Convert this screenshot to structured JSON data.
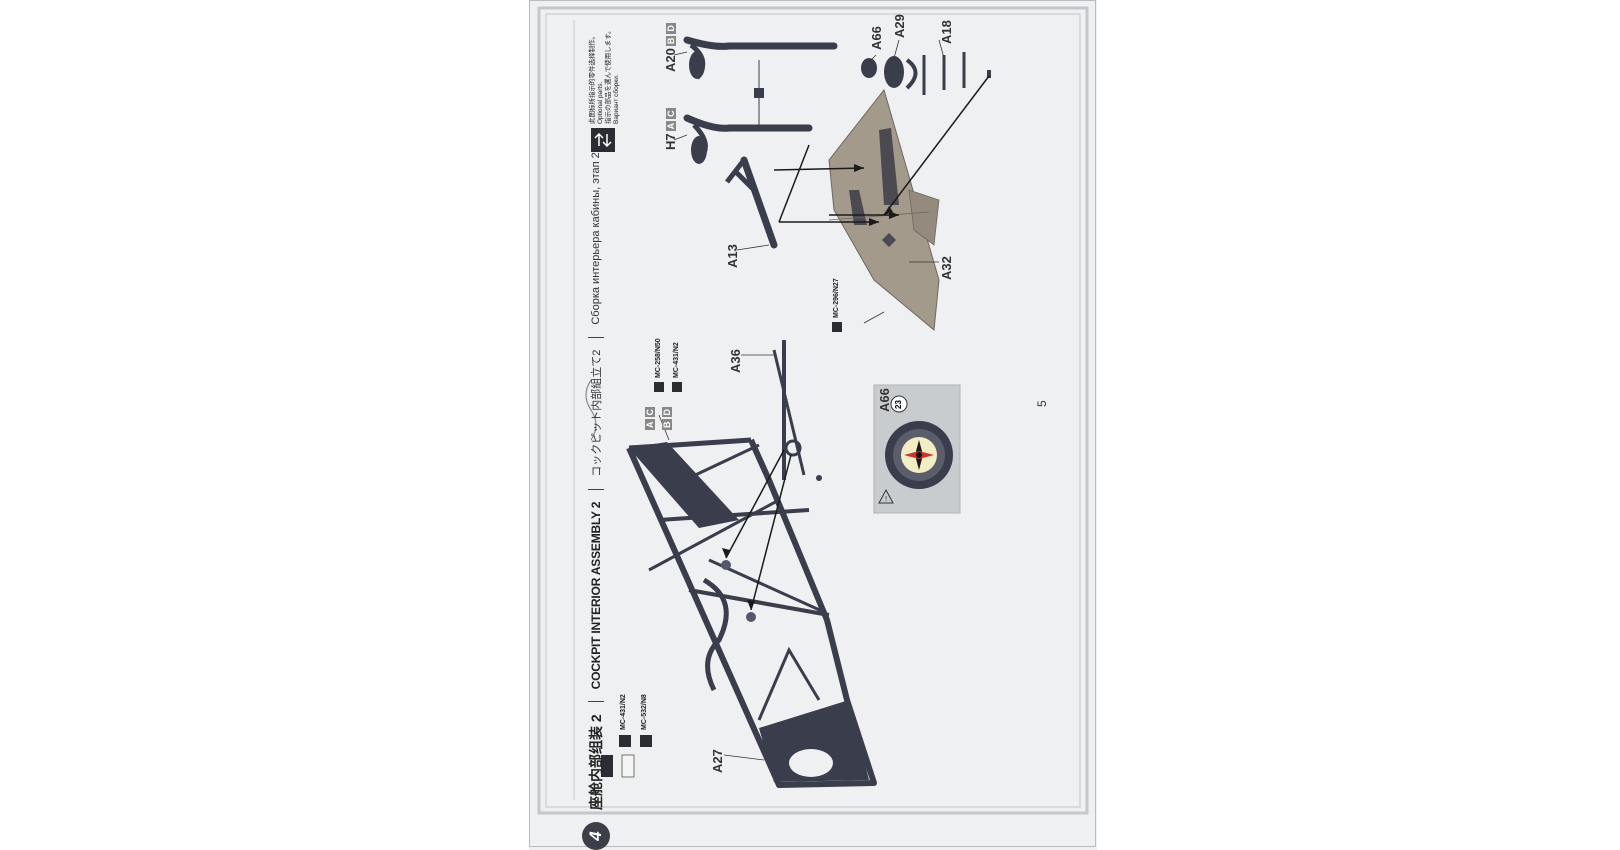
{
  "page_number": "5",
  "step": {
    "number": "4",
    "title_cn": "座舱内部组装 2",
    "title_en": "COCKPIT INTERIOR ASSEMBLY 2",
    "title_ja": "コックピット内部組立て2",
    "title_ru": "Сборка интерьера кабины, этап 2"
  },
  "paint_legend": [
    {
      "code": "MC-431/N2",
      "color": "#2b2d33"
    },
    {
      "code": "MC-532/N8",
      "color": "#f5f5f5"
    }
  ],
  "parts": {
    "a27": "A27",
    "a36": "A36",
    "a13": "A13",
    "a32": "A32",
    "h7": "H7",
    "h7_tags": [
      "A",
      "C"
    ],
    "a20": "A20",
    "a20_tags": [
      "B",
      "D"
    ],
    "a66": "A66",
    "a29": "A29",
    "a18": "A18",
    "a66_detail": "A66"
  },
  "frame_variants": {
    "tags_top": [
      "A",
      "C"
    ],
    "tags_bottom": [
      "B",
      "D"
    ]
  },
  "frame_paints": [
    "MC-258/N50",
    "MC-431/N2"
  ],
  "floor_paint": "MC-296/N27",
  "decal_number": "23",
  "option_note": {
    "cn": "此图标所指示的零件选择制作。",
    "en": "Optional parts.",
    "ja": "指示の部品を選んで使用します。",
    "ru": "Вариант сборки."
  },
  "colors": {
    "frame": "#3b3f4d",
    "floor": "#a39a8c",
    "page": "#eef0f1"
  }
}
